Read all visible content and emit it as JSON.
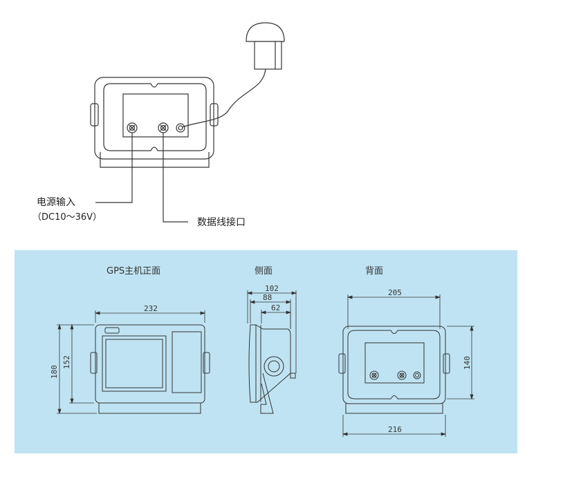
{
  "top_diagram": {
    "label_power": "电源输入",
    "label_power_range": "（DC10～36V）",
    "label_data": "数据线接口"
  },
  "panel": {
    "bg_color": "#bfe3f3",
    "titles": {
      "front": "GPS主机正面",
      "side": "侧面",
      "back": "背面"
    },
    "dimensions": {
      "front_width": "232",
      "front_height_outer": "180",
      "front_height_inner": "152",
      "side_102": "102",
      "side_88": "88",
      "side_62": "62",
      "back_width_top": "205",
      "back_width_bottom": "216",
      "back_height": "140"
    }
  }
}
